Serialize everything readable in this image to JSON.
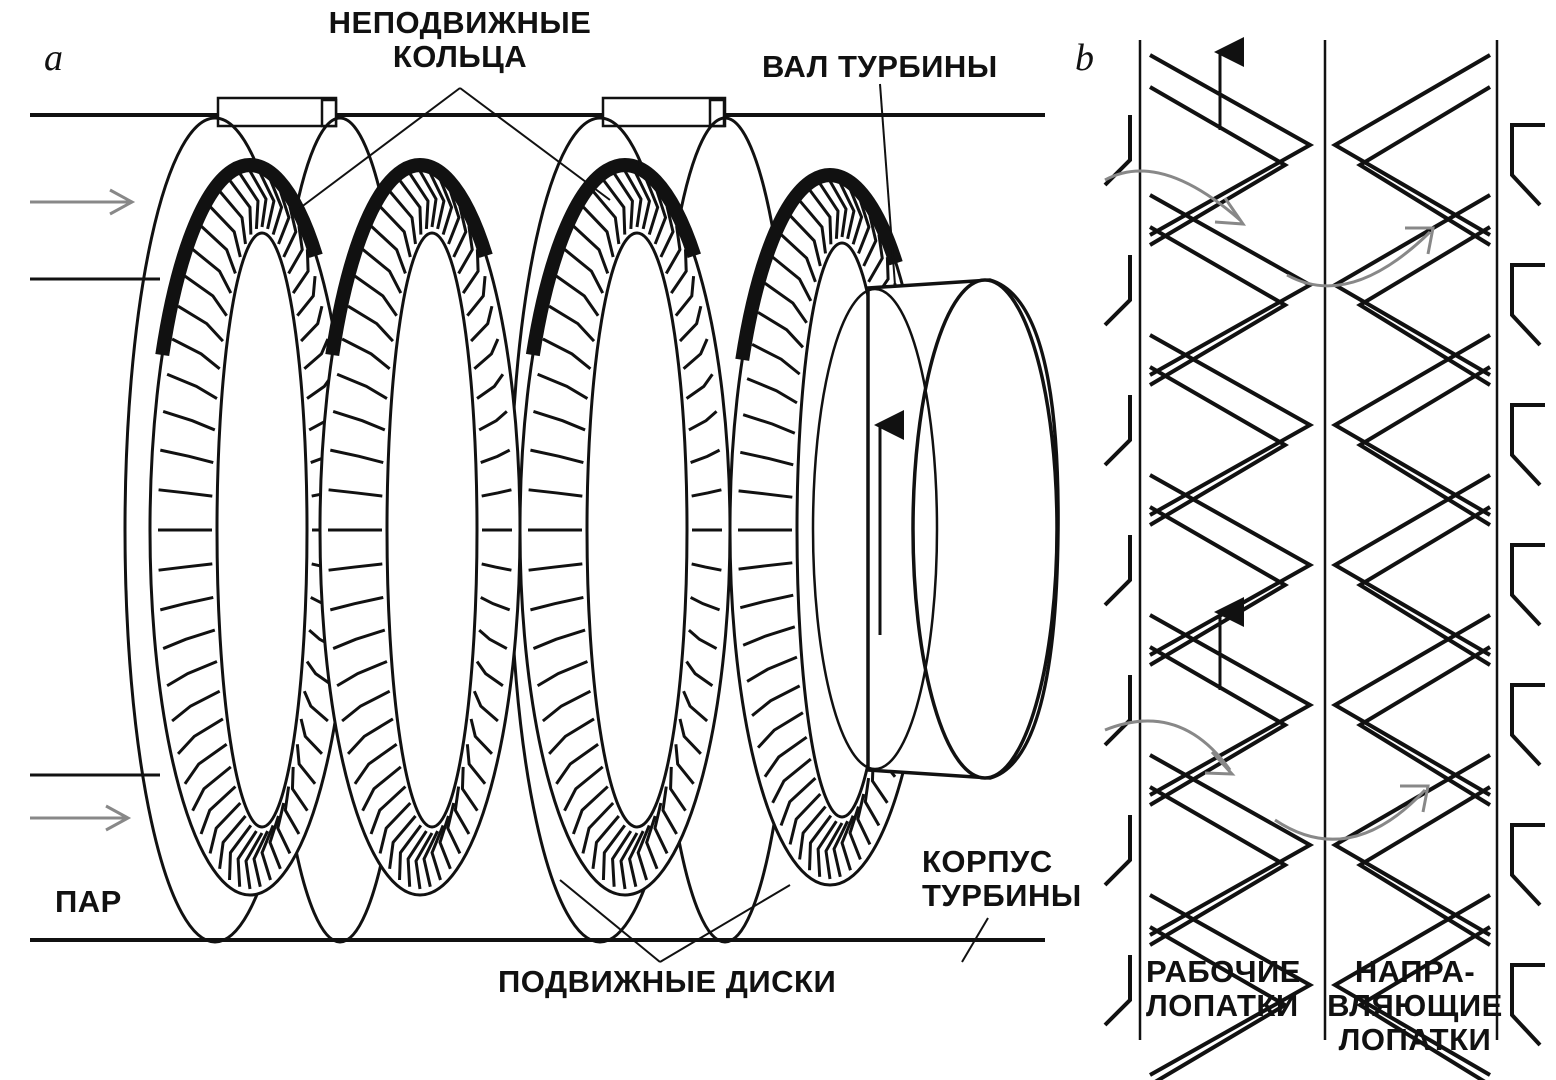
{
  "panels": {
    "a": "a",
    "b": "b"
  },
  "labels": {
    "fixed_rings": [
      "НЕПОДВИЖНЫЕ",
      "КОЛЬЦА"
    ],
    "turbine_shaft": "ВАЛ ТУРБИНЫ",
    "steam": "ПАР",
    "casing": [
      "КОРПУС",
      "ТУРБИНЫ"
    ],
    "moving_discs": "ПОДВИЖНЫЕ ДИСКИ",
    "working_blades": [
      "РАБОЧИЕ",
      "ЛОПАТКИ"
    ],
    "guide_blades": [
      "НАПРА-",
      "ВЛЯЮЩИЕ",
      "ЛОПАТКИ"
    ]
  }
}
